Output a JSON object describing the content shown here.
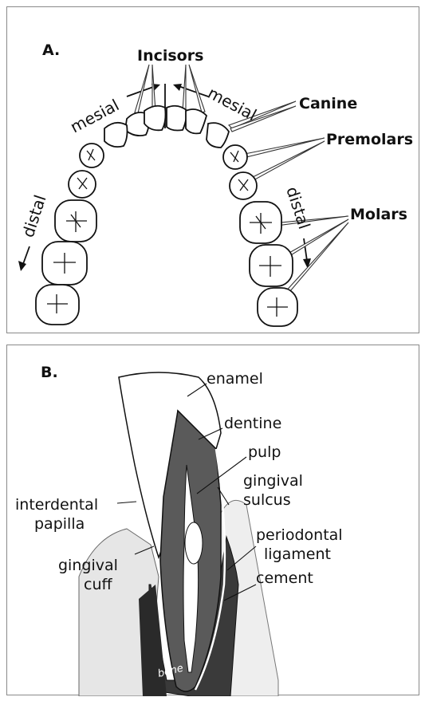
{
  "panel_a": {
    "letter": "A.",
    "labels": {
      "incisors": "Incisors",
      "canine": "Canine",
      "premolars": "Premolars",
      "molars": "Molars",
      "mesial_left": "mesial",
      "mesial_right": "mesial",
      "distal_left": "distal",
      "distal_right": "distal"
    }
  },
  "panel_b": {
    "letter": "B.",
    "labels": {
      "enamel": "enamel",
      "dentine": "dentine",
      "pulp": "pulp",
      "gingival_sulcus_1": "gingival",
      "gingival_sulcus_2": "sulcus",
      "interdental_papilla_1": "interdental",
      "interdental_papilla_2": "papilla",
      "periodontal_ligament_1": "periodontal",
      "periodontal_ligament_2": "ligament",
      "gingival_cuff_1": "gingival",
      "gingival_cuff_2": "cuff",
      "cement": "cement",
      "bone": "bone"
    }
  }
}
